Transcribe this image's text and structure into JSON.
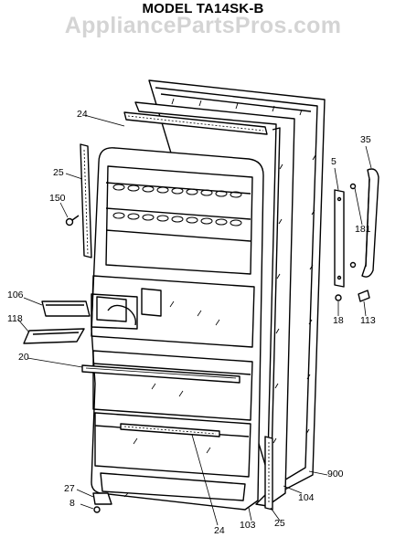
{
  "header": {
    "model_title": "MODEL TA14SK-B",
    "watermark": "AppliancePartsPros.com"
  },
  "callouts": {
    "p24_top": "24",
    "p25_left": "25",
    "p150": "150",
    "p106": "106",
    "p118": "118",
    "p20": "20",
    "p27": "27",
    "p8": "8",
    "p24_bottom": "24",
    "p103": "103",
    "p25_bottom": "25",
    "p104": "104",
    "p900": "900",
    "p35": "35",
    "p5": "5",
    "p181": "181",
    "p18": "18",
    "p113": "113"
  }
}
